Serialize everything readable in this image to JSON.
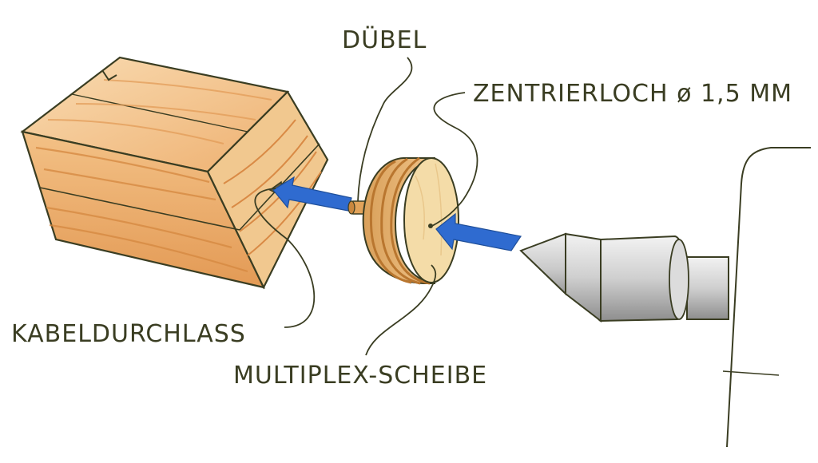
{
  "labels": {
    "duebel": "DÜBEL",
    "zentrierloch": "ZENTRIERLOCH ø 1,5 MM",
    "kabeldurchlass": "KABELDURCHLASS",
    "multiplex": "MULTIPLEX-SCHEIBE"
  },
  "colors": {
    "wood_light": "#f7d2a4",
    "wood_mid": "#efb374",
    "wood_dark": "#d98a45",
    "disc_face": "#f4dca8",
    "arrow_blue": "#2f6bd0",
    "metal_light": "#e6e6e6",
    "metal_dark": "#9a9a9a",
    "ink": "#3a3d22"
  },
  "icons": {
    "arrow_left": "blue-arrow-icon",
    "centering_hole": "hole-icon"
  }
}
